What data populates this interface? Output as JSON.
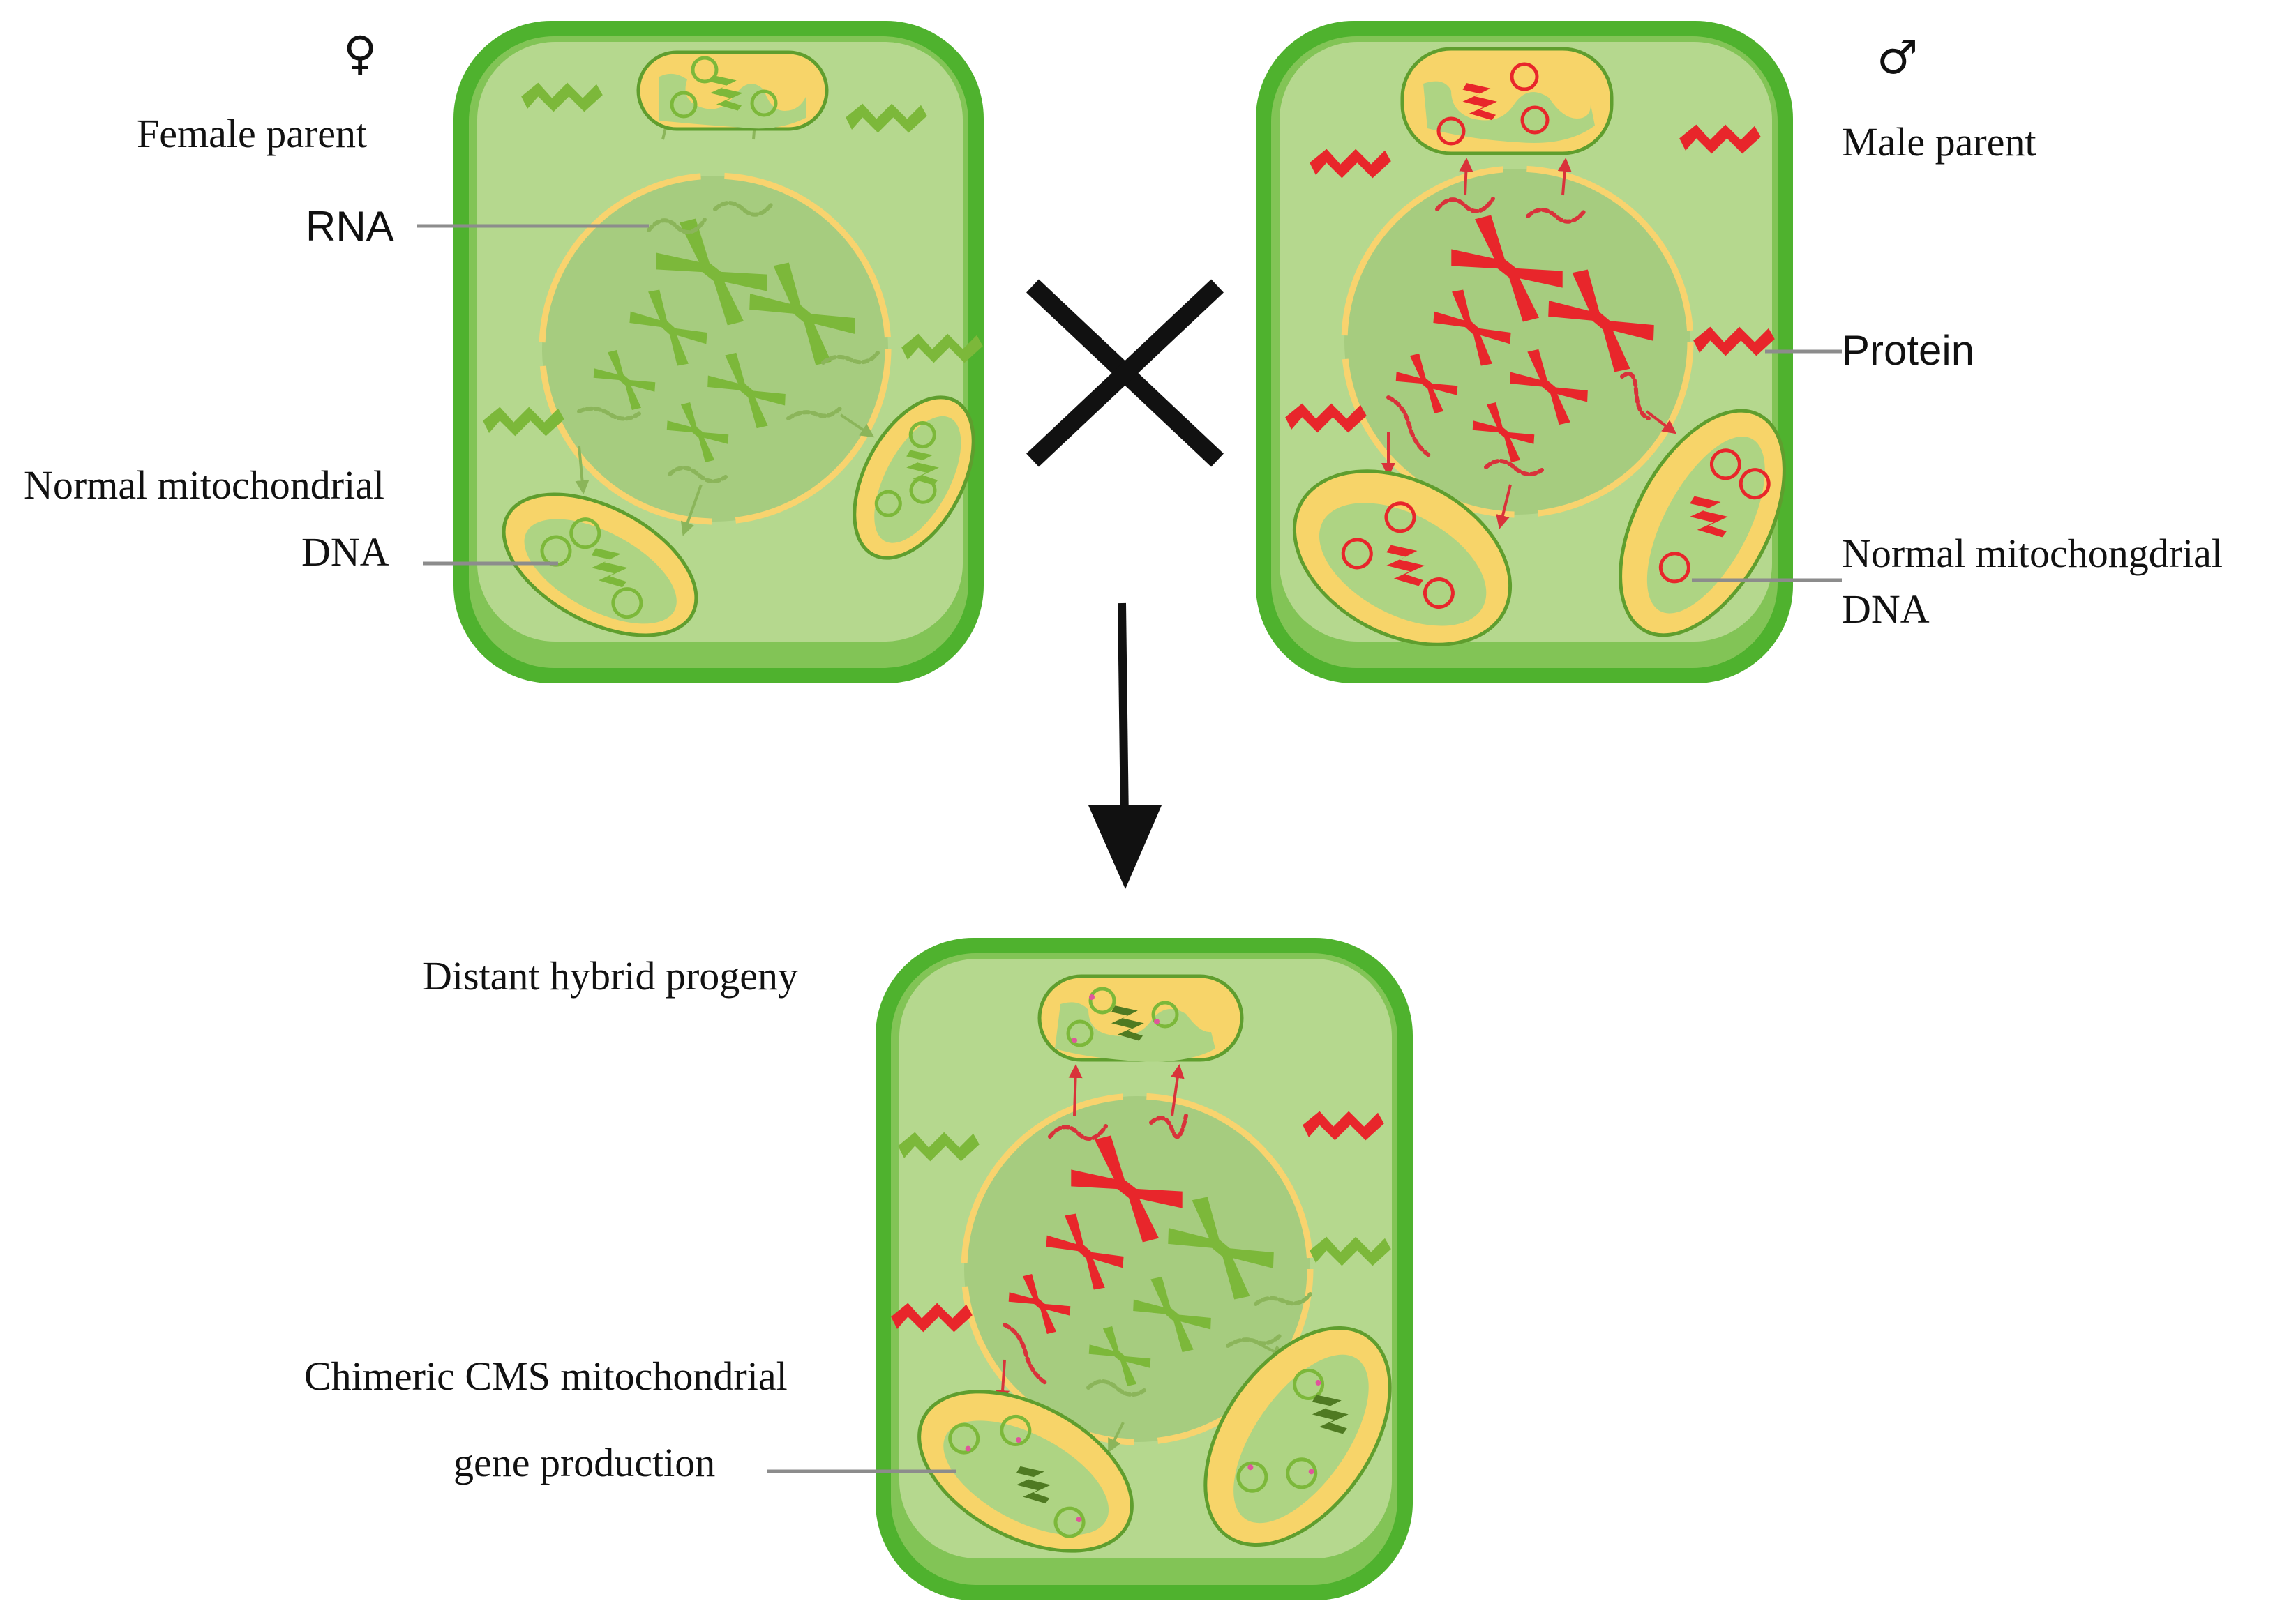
{
  "labels": {
    "female_symbol": "♀",
    "female_parent": "Female parent",
    "rna": "RNA",
    "normal_mito_dna_left_line1": "Normal mitochondrial",
    "normal_mito_dna_left_line2": "DNA",
    "male_symbol": "♂",
    "male_parent": "Male parent",
    "protein": "Protein",
    "normal_mito_dna_right_line1": "Normal mitochongdrial",
    "normal_mito_dna_right_line2": "DNA",
    "hybrid_progeny": "Distant hybrid progeny",
    "chimeric_line1": "Chimeric CMS mitochondrial",
    "chimeric_line2": "gene production"
  },
  "colors": {
    "cell_wall": "#4fb22e",
    "cytoplasm": "#b5d88e",
    "nucleus": "#a6cc7f",
    "nuclear_envelope": "#f8d36e",
    "mito_outer": "#f7d469",
    "mito_inner": "#aed483",
    "female_green": "#7cb83a",
    "male_red": "#e8262b",
    "dark_green": "#4f7a22",
    "chimera_dot": "#e0559c",
    "leader": "#8c8c8c",
    "cross": "#111111"
  },
  "icons": {
    "cross": "cross-mark-icon",
    "arrow": "down-arrow-icon"
  }
}
